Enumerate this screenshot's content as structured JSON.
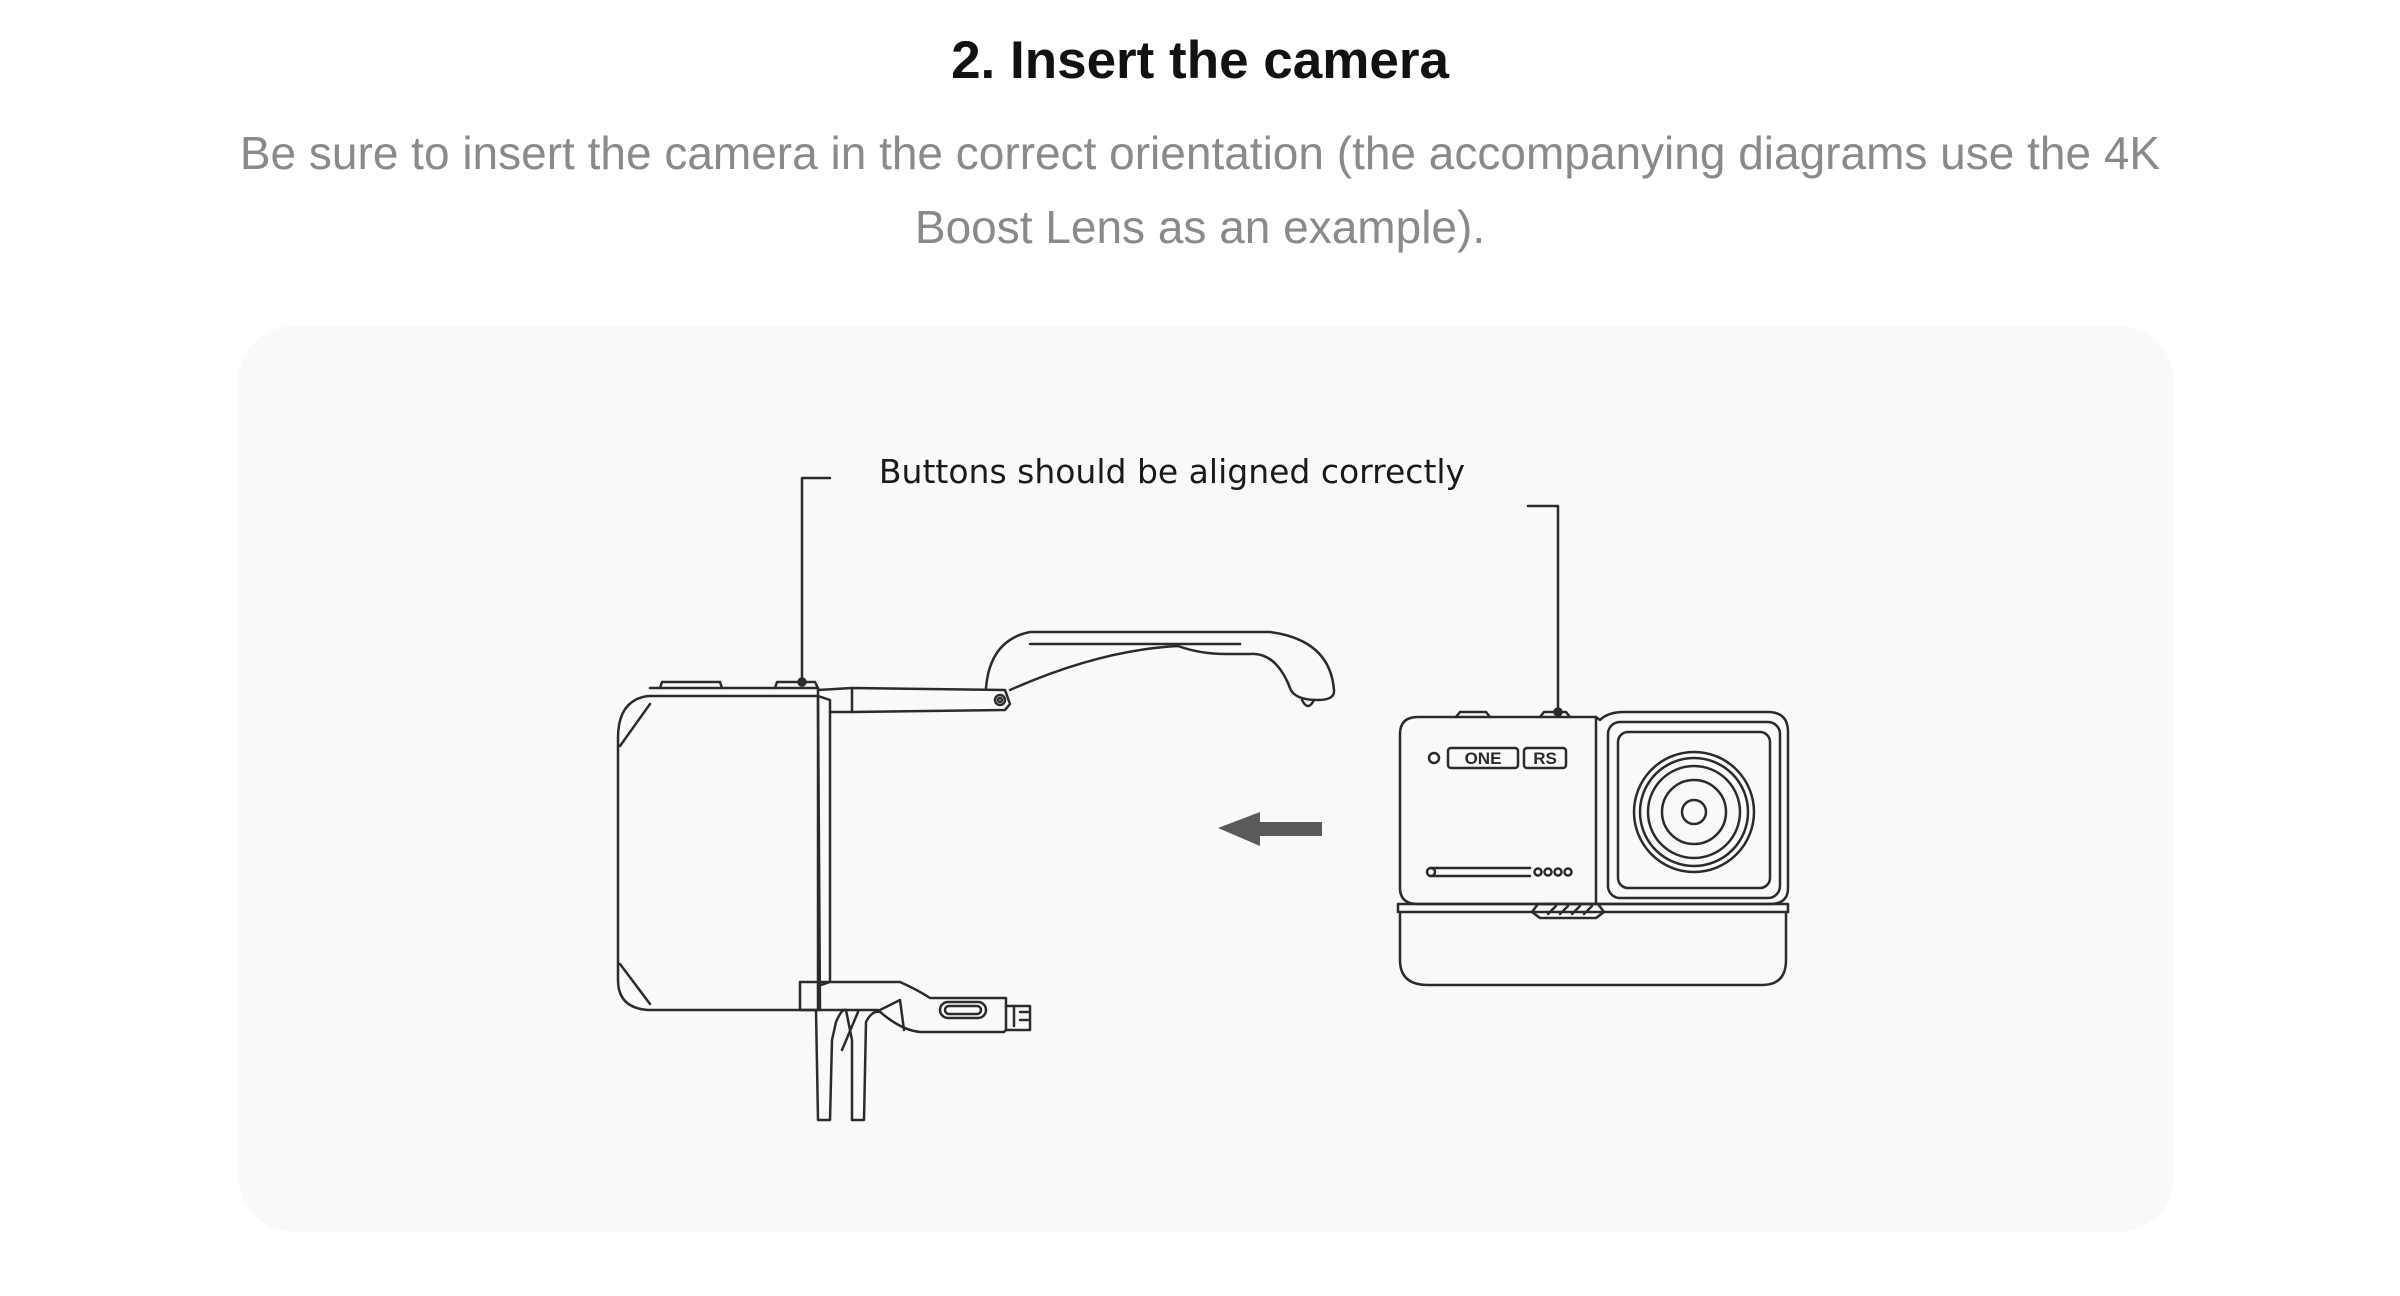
{
  "section": {
    "title": "2. Insert the camera",
    "description": "Be sure to insert the camera in the correct orientation (the accompanying diagrams use the 4K Boost Lens as an example)."
  },
  "figure": {
    "callout": "Buttons should be aligned correctly",
    "camera_logo_left": "ONE",
    "camera_logo_right": "RS",
    "line_color": "#2b2b2b",
    "arrow_color": "#5a5a5a",
    "panel_color": "#f8f9fb"
  }
}
